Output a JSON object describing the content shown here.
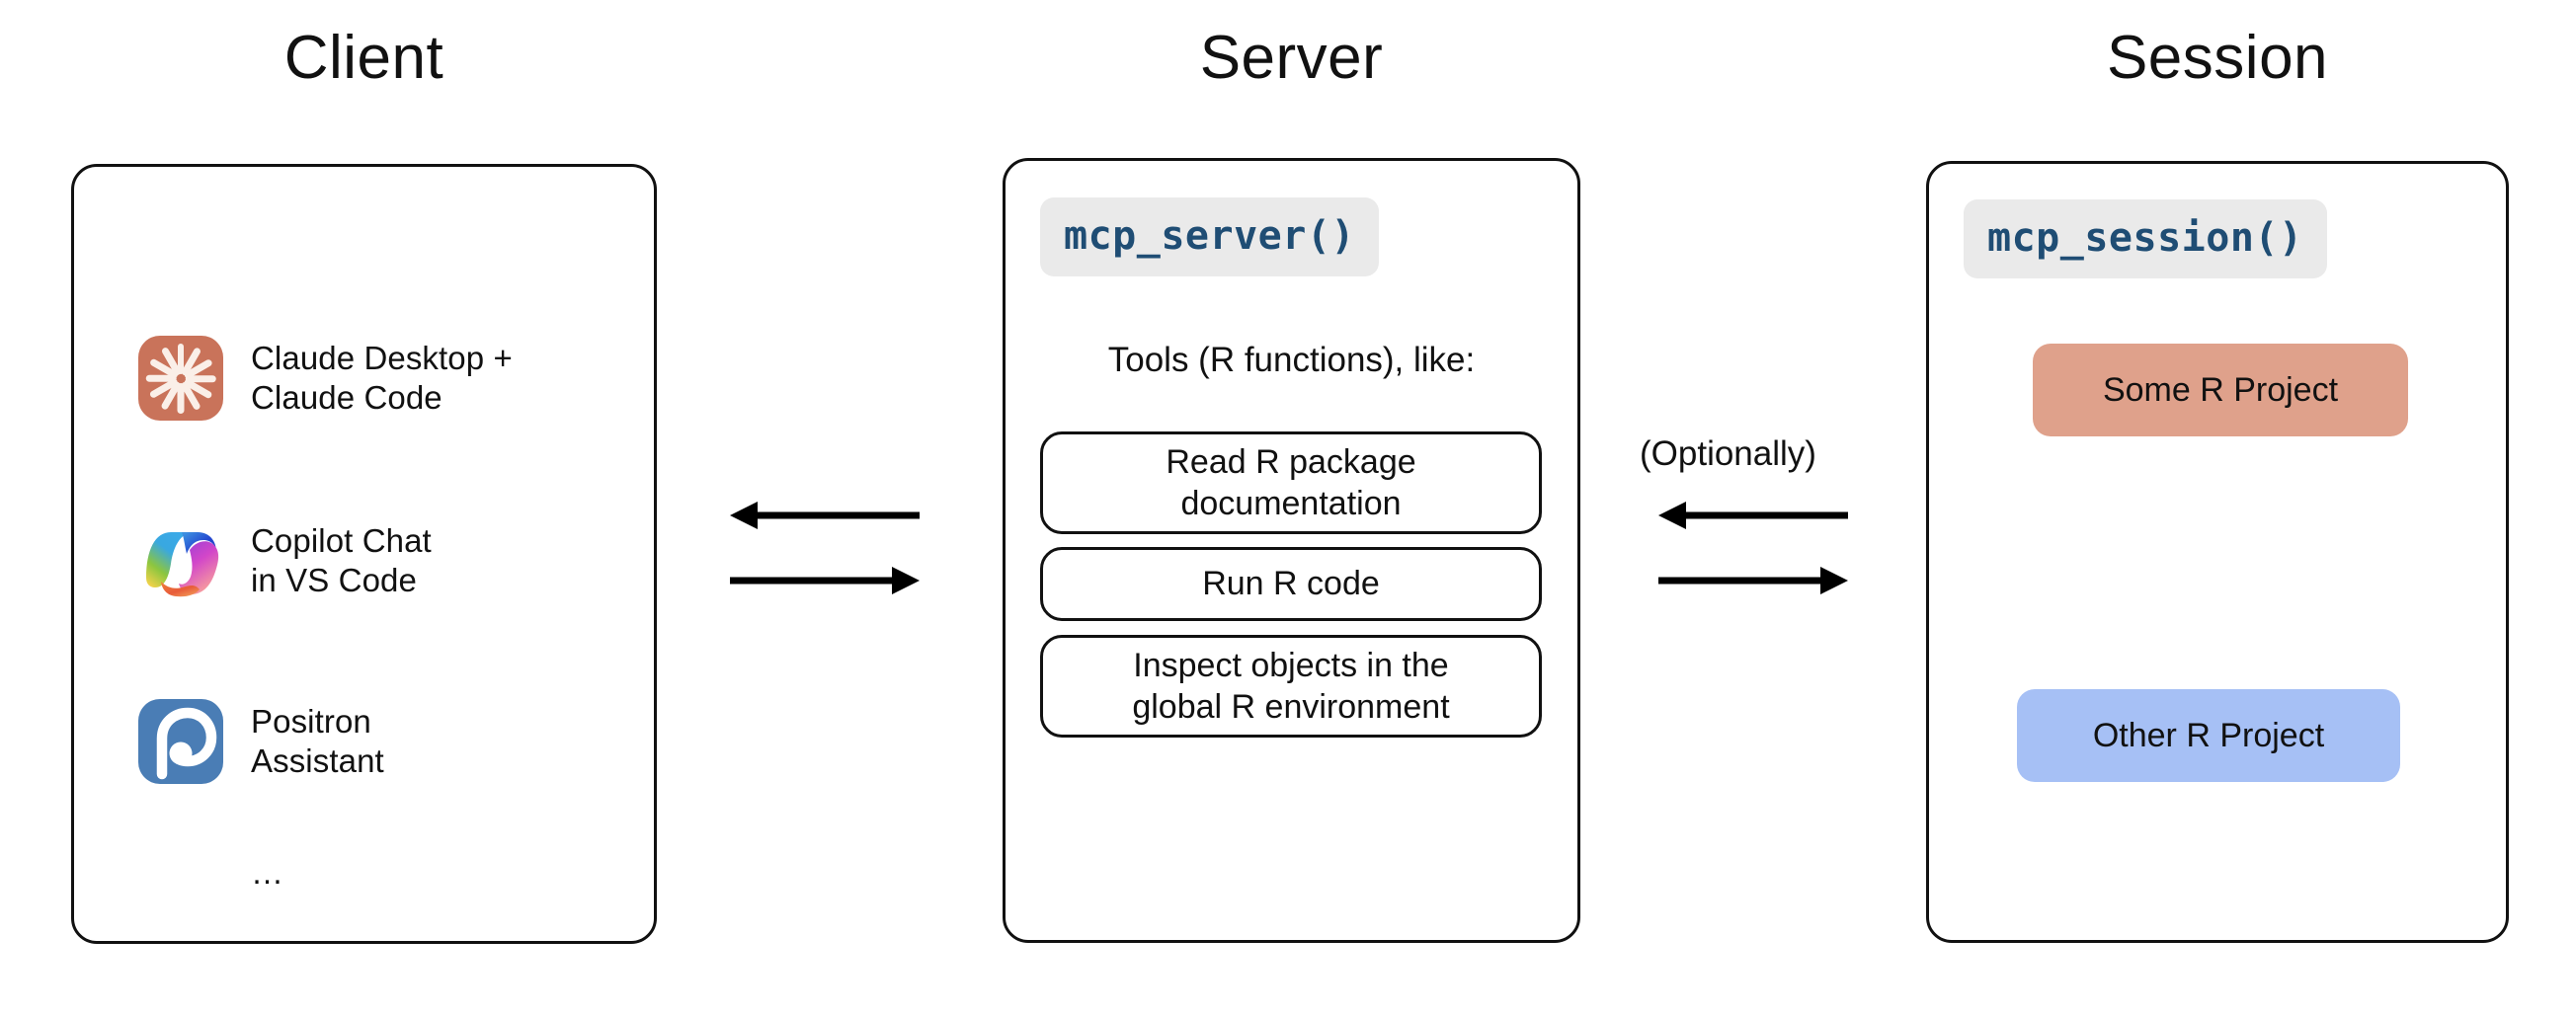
{
  "columns": [
    {
      "title": "Client"
    },
    {
      "title": "Server"
    },
    {
      "title": "Session"
    }
  ],
  "client": {
    "title": "Client",
    "items": [
      {
        "icon": "claude-icon",
        "label": "Claude Desktop +\nClaude Code"
      },
      {
        "icon": "copilot-icon",
        "label": "Copilot Chat\nin VS Code"
      },
      {
        "icon": "positron-icon",
        "label": "Positron\nAssistant"
      }
    ],
    "more": "…"
  },
  "server": {
    "title": "Server",
    "code_label": "mcp_server()",
    "tools_caption": "Tools (R functions), like:",
    "tools": [
      {
        "label": "Read R package\ndocumentation"
      },
      {
        "label": "Run R code"
      },
      {
        "label": "Inspect objects in the\nglobal R environment"
      }
    ]
  },
  "session": {
    "title": "Session",
    "code_label": "mcp_session()",
    "projects": [
      {
        "label": "Some R Project",
        "color": "#dfa18b"
      },
      {
        "label": "Other R Project",
        "color": "#a6c0f5"
      }
    ]
  },
  "connectors": {
    "client_server": {
      "inbound_icon": "arrow-left-icon",
      "outbound_icon": "arrow-right-icon"
    },
    "server_session": {
      "label": "(Optionally)",
      "inbound_icon": "arrow-left-icon",
      "outbound_icon": "arrow-right-icon"
    }
  },
  "colors": {
    "stroke": "#111111",
    "code_text": "#1f4d74",
    "code_pill_bg": "#eaeaea",
    "claude_bg": "#c9735a",
    "claude_fg": "#faefe8",
    "positron_bg": "#4a7db5",
    "positron_fg": "#ffffff",
    "project_warm": "#dfa18b",
    "project_cool": "#a6c0f5"
  }
}
